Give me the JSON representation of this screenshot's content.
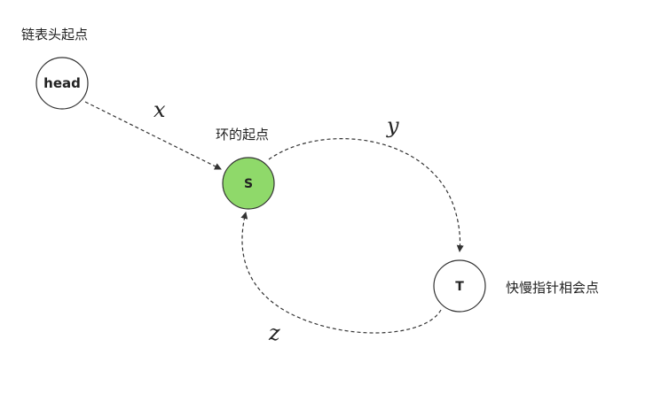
{
  "labels": {
    "list_head": "链表头起点",
    "cycle_start": "环的起点",
    "meeting_point": "快慢指针相会点"
  },
  "nodes": {
    "head": "head",
    "s": "S",
    "t": "T"
  },
  "variables": {
    "x": "x",
    "y": "y",
    "z": "z"
  },
  "colors": {
    "node_s_fill": "#8fd96a",
    "node_default_fill": "#ffffff",
    "stroke": "#333333"
  }
}
